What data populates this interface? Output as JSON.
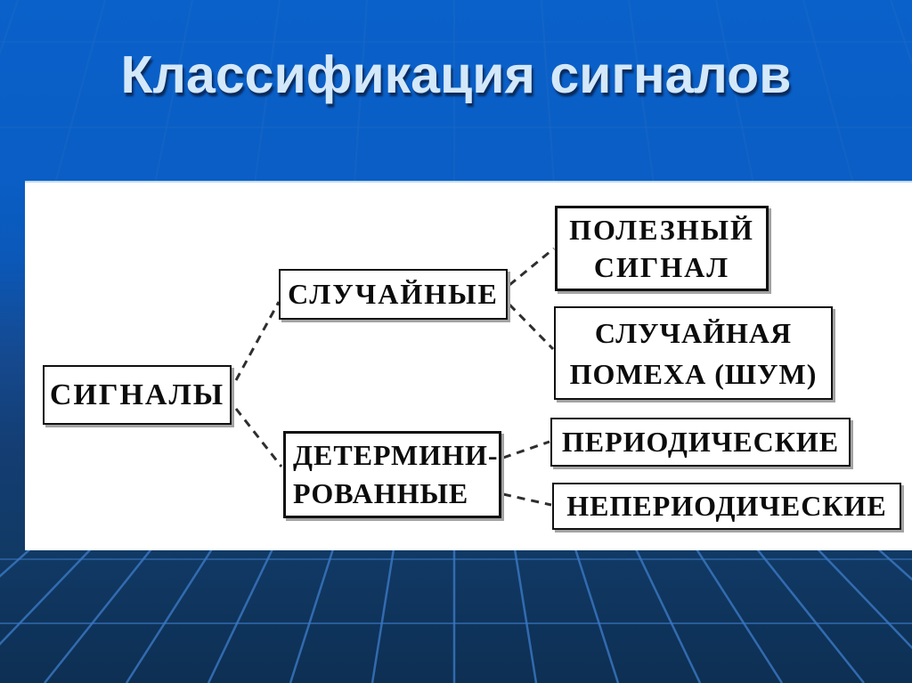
{
  "slide": {
    "title": "Классификация сигналов"
  },
  "diagram": {
    "root": {
      "label": "СИГНАЛЫ"
    },
    "random": {
      "label": "СЛУЧАЙНЫЕ"
    },
    "deterministic": {
      "lines": [
        "ДЕТЕРМИНИ-",
        "РОВАННЫЕ"
      ]
    },
    "useful": {
      "lines": [
        "ПОЛЕЗНЫЙ",
        "СИГНАЛ"
      ]
    },
    "noise": {
      "lines": [
        "СЛУЧАЙНАЯ",
        "ПОМЕХА (ШУМ)"
      ]
    },
    "periodic": {
      "label": "ПЕРИОДИЧЕСКИЕ"
    },
    "aperiodic": {
      "label": "НЕПЕРИОДИЧЕСКИЕ"
    },
    "edges": [
      {
        "from": "СИГНАЛЫ",
        "to": "СЛУЧАЙНЫЕ"
      },
      {
        "from": "СИГНАЛЫ",
        "to": "ДЕТЕРМИНИРОВАННЫЕ"
      },
      {
        "from": "СЛУЧАЙНЫЕ",
        "to": "ПОЛЕЗНЫЙ СИГНАЛ"
      },
      {
        "from": "СЛУЧАЙНЫЕ",
        "to": "СЛУЧАЙНАЯ ПОМЕХА (ШУМ)"
      },
      {
        "from": "ДЕТЕРМИНИРОВАННЫЕ",
        "to": "ПЕРИОДИЧЕСКИЕ"
      },
      {
        "from": "ДЕТЕРМИНИРОВАННЫЕ",
        "to": "НЕПЕРИОДИЧЕСКИЕ"
      }
    ]
  },
  "colors": {
    "slide_top_blue": "#0a61c9",
    "slide_bottom_navy": "#0d2f53",
    "grid_line_blue": "#3b79c4",
    "panel_white": "#ffffff",
    "title_text": "#d3e8f9",
    "title_shadow": "#0a2a5c",
    "box_border": "#111111",
    "box_shadow_gray": "#a3a3a3",
    "connector_dark": "#2e2e2e"
  }
}
